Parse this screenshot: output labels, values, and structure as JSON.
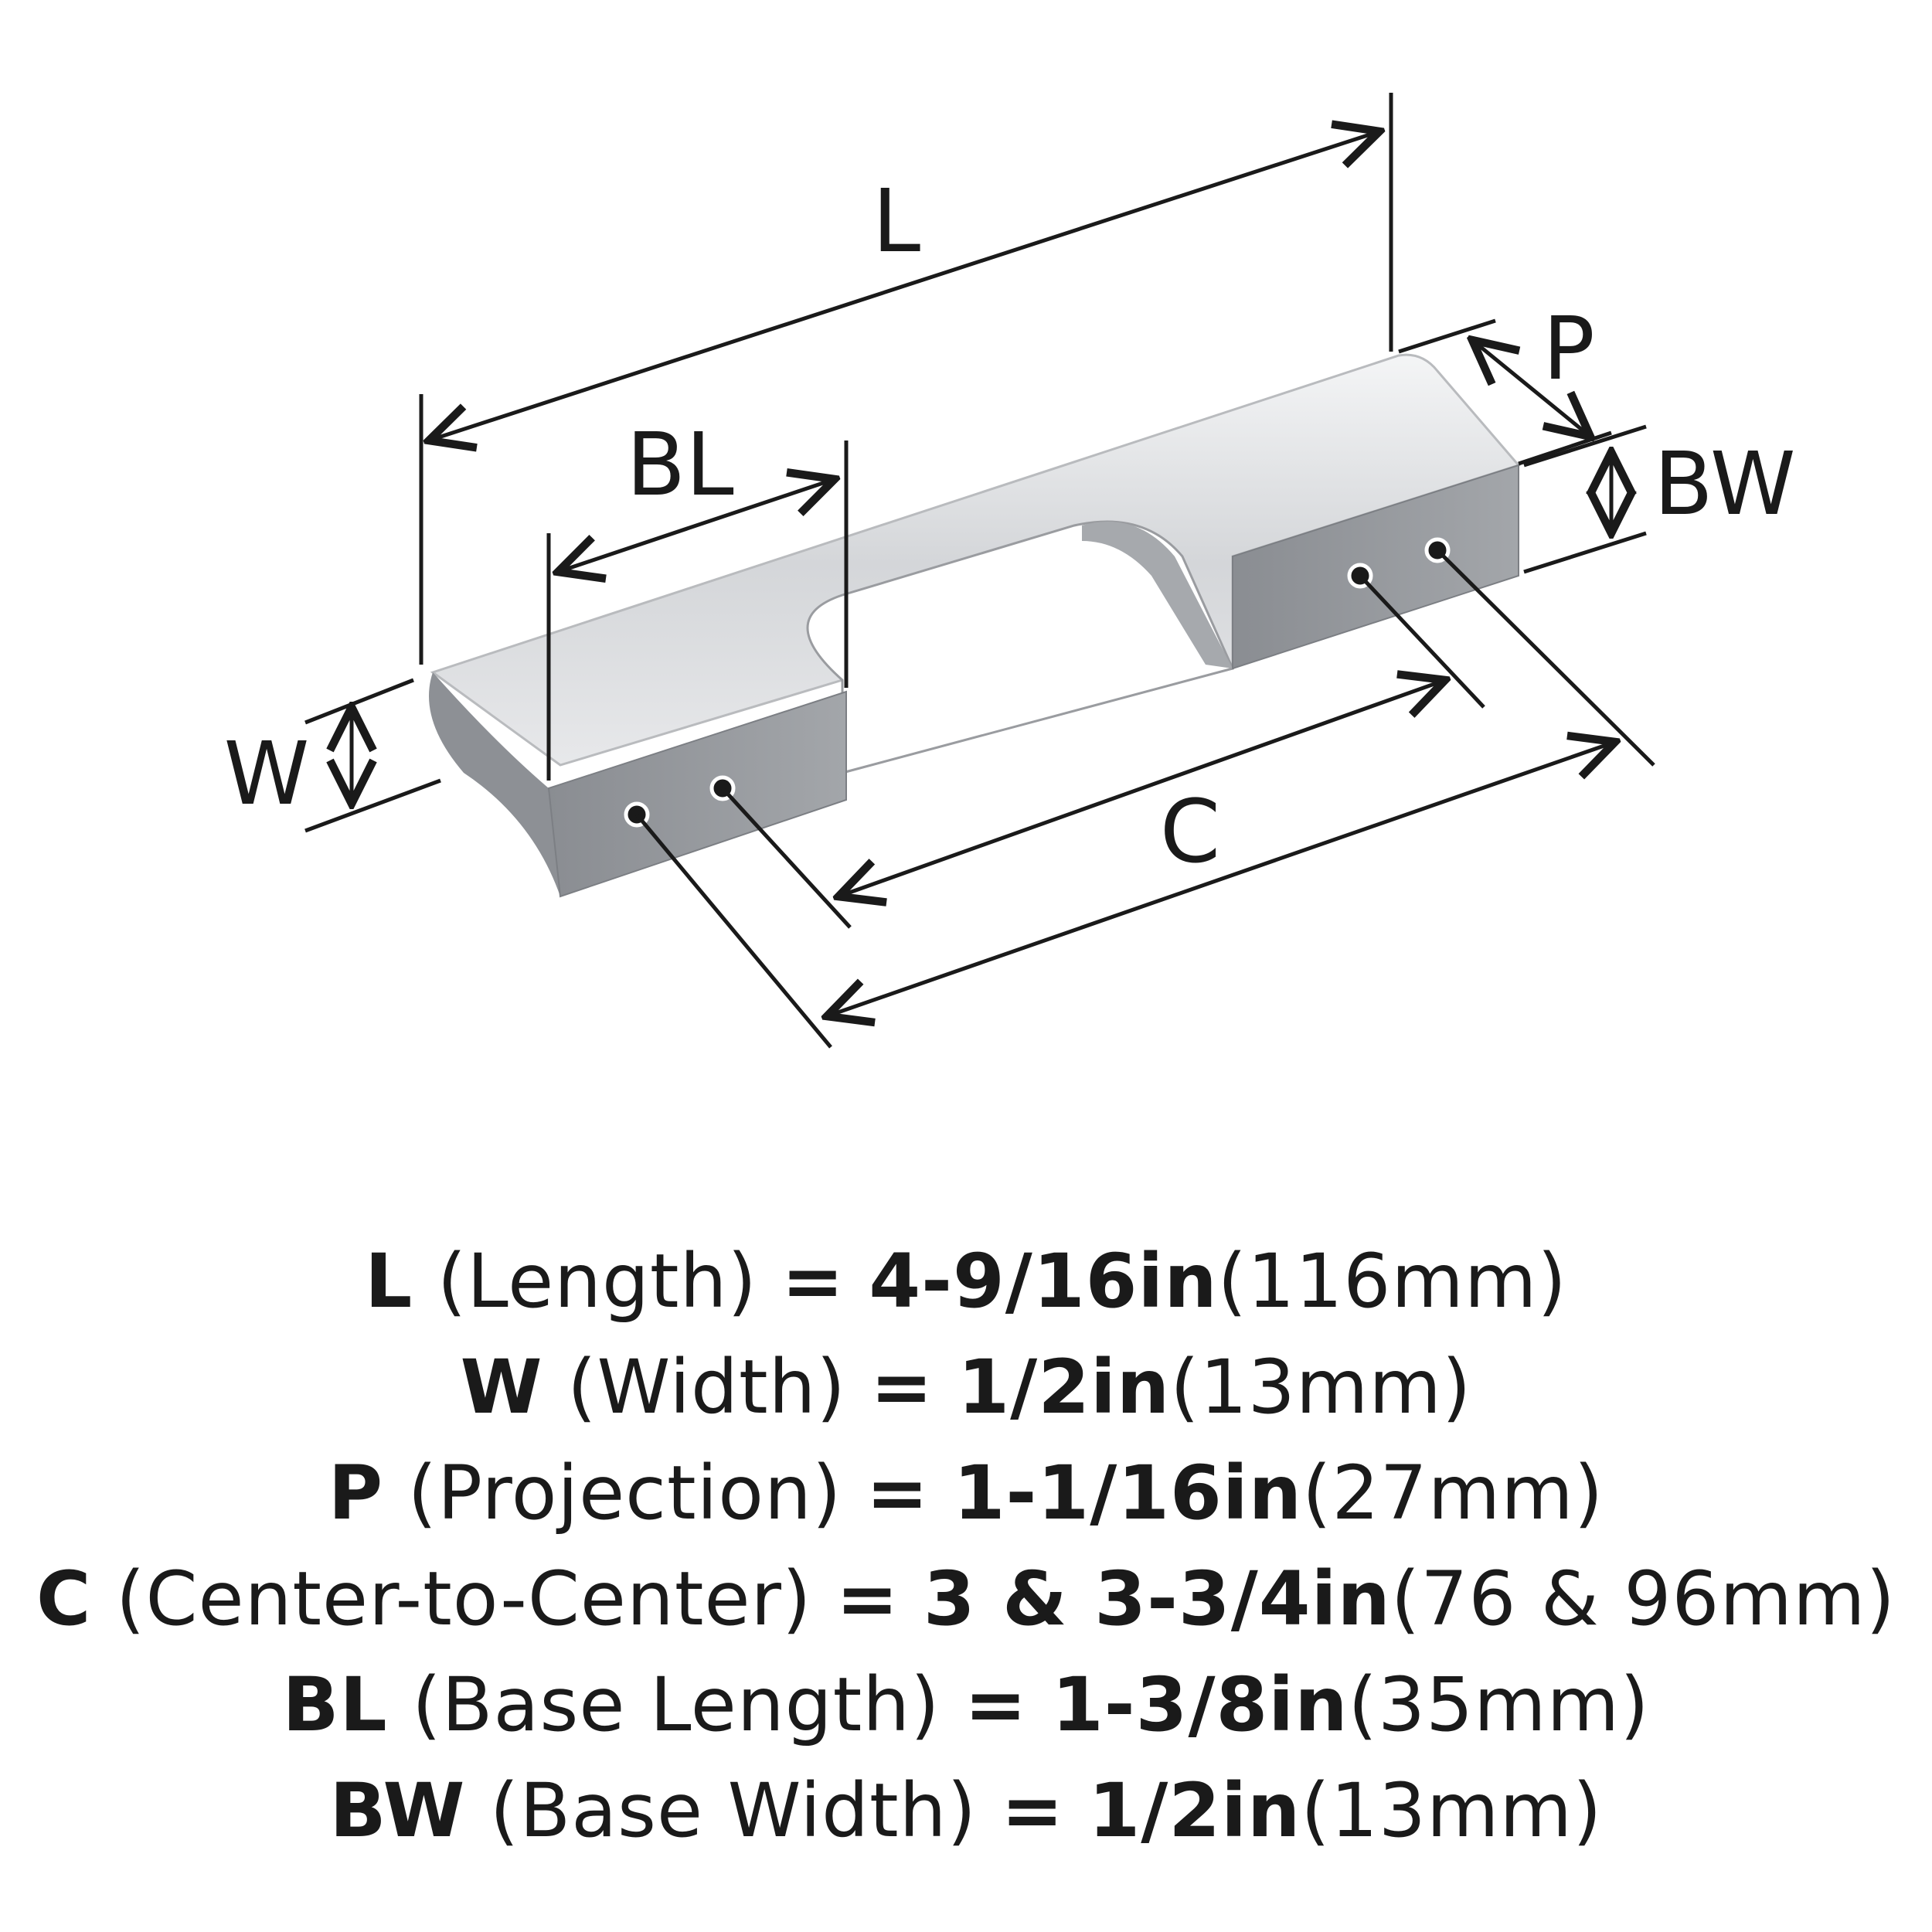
{
  "diagram": {
    "labels": {
      "L": "L",
      "BL": "BL",
      "P": "P",
      "BW": "BW",
      "W": "W",
      "C": "C"
    }
  },
  "specs": [
    {
      "sym": "L",
      "name": "(Length)",
      "eq": "=",
      "imperial": "4-9/16in",
      "metric": "(116mm)"
    },
    {
      "sym": "W",
      "name": "(Width)",
      "eq": "=",
      "imperial": "1/2in",
      "metric": "(13mm)"
    },
    {
      "sym": "P",
      "name": "(Projection)",
      "eq": "=",
      "imperial": "1-1/16in",
      "metric": "(27mm)"
    },
    {
      "sym": "C",
      "name": "(Center-to-Center)",
      "eq": "=",
      "imperial": "3 & 3-3/4in",
      "metric": "(76 & 96mm)"
    },
    {
      "sym": "BL",
      "name": "(Base Length)",
      "eq": "=",
      "imperial": "1-3/8in",
      "metric": "(35mm)"
    },
    {
      "sym": "BW",
      "name": "(Base Width)",
      "eq": "=",
      "imperial": "1/2in",
      "metric": "(13mm)"
    }
  ],
  "colors": {
    "line": "#1a1a1a",
    "metal_light": "#e9eaec",
    "metal_mid": "#c6c8cb",
    "metal_dark": "#8f9297"
  }
}
